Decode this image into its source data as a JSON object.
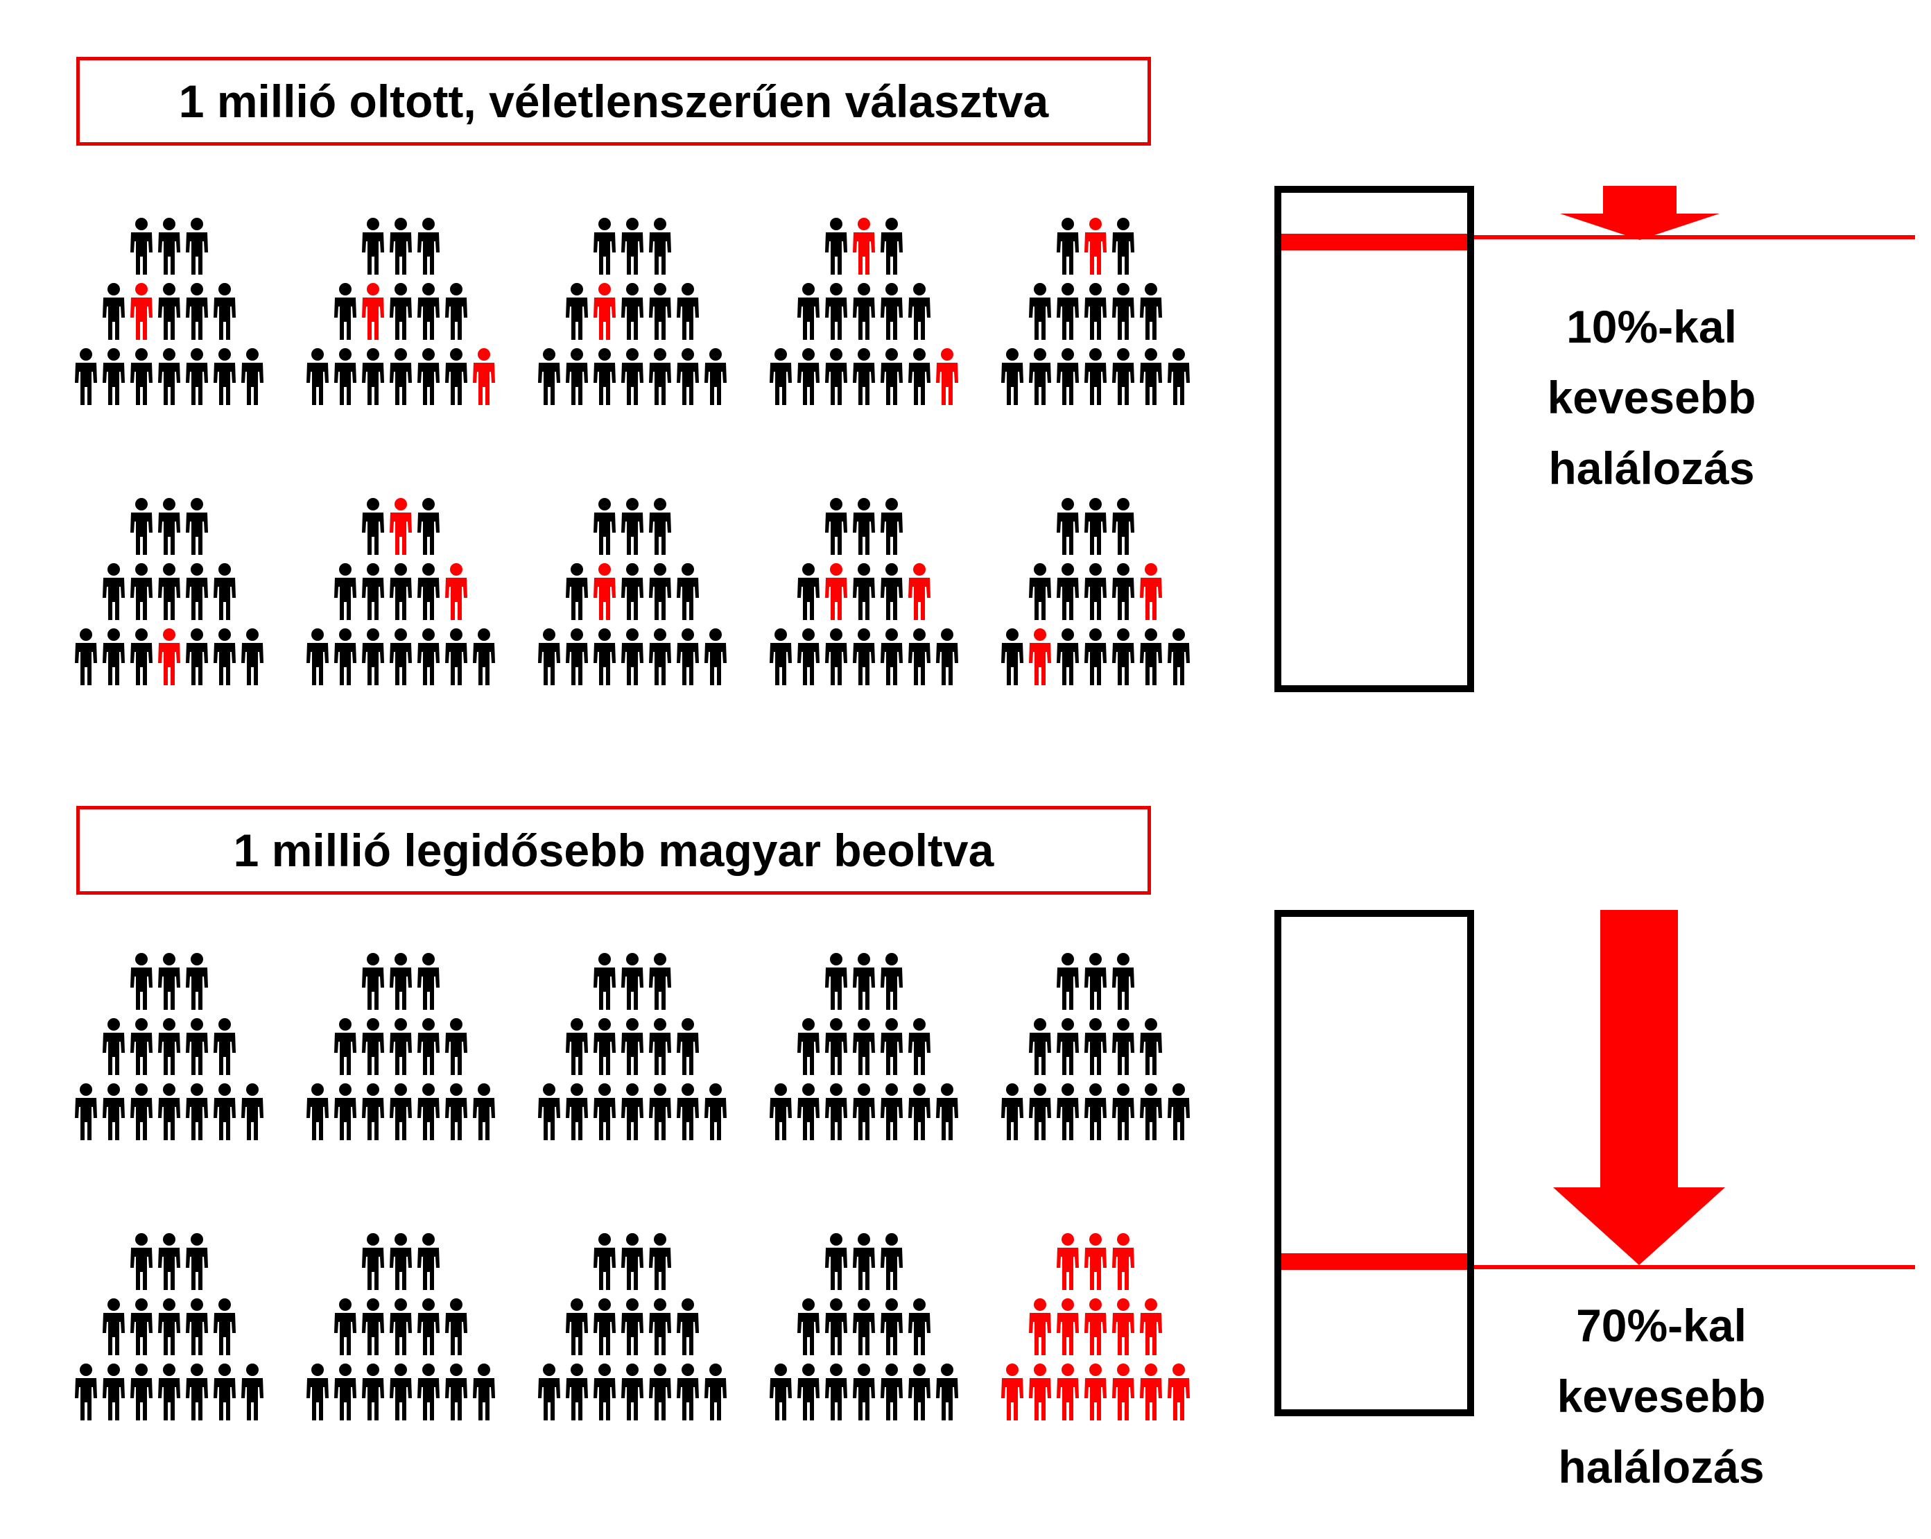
{
  "colors": {
    "accent": "#ff0000",
    "figure": "#000000",
    "frame": "#000000"
  },
  "panels": [
    {
      "title": "1 millió oltott, véletlenszerűen választva",
      "caption": [
        "10%-kal",
        "kevesebb",
        "halálozás"
      ],
      "reduction_percent": 10,
      "groups": [
        {
          "red": [
            [
              1,
              1
            ]
          ]
        },
        {
          "red": [
            [
              1,
              1
            ],
            [
              2,
              6
            ]
          ]
        },
        {
          "red": [
            [
              1,
              1
            ]
          ]
        },
        {
          "red": [
            [
              0,
              1
            ],
            [
              2,
              6
            ]
          ]
        },
        {
          "red": [
            [
              0,
              1
            ]
          ]
        },
        {
          "red": [
            [
              2,
              3
            ]
          ]
        },
        {
          "red": [
            [
              0,
              1
            ],
            [
              1,
              4
            ]
          ]
        },
        {
          "red": [
            [
              1,
              1
            ]
          ]
        },
        {
          "red": [
            [
              1,
              1
            ],
            [
              1,
              4
            ]
          ]
        },
        {
          "red": [
            [
              1,
              4
            ],
            [
              2,
              1
            ]
          ]
        }
      ]
    },
    {
      "title": "1 millió legidősebb magyar beoltva",
      "caption": [
        "70%-kal",
        "kevesebb",
        "halálozás"
      ],
      "reduction_percent": 70,
      "groups": [
        {
          "red": []
        },
        {
          "red": []
        },
        {
          "red": []
        },
        {
          "red": []
        },
        {
          "red": []
        },
        {
          "red": []
        },
        {
          "red": []
        },
        {
          "red": []
        },
        {
          "red": []
        },
        {
          "red": "all"
        }
      ]
    }
  ]
}
